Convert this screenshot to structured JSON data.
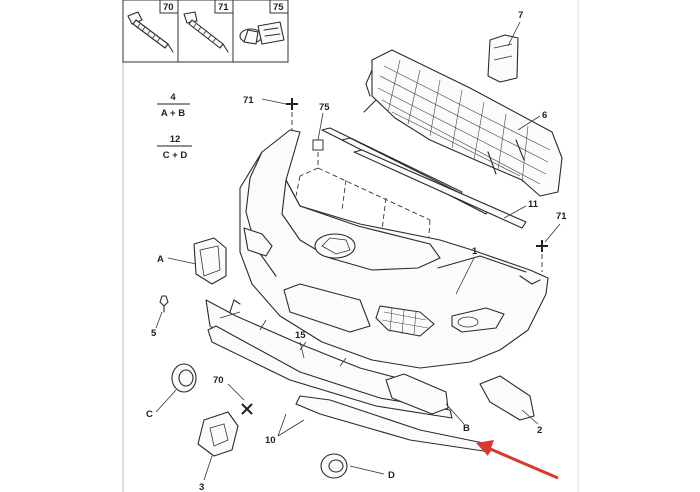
{
  "hardware_box": {
    "columns": [
      {
        "label": "70",
        "icon": "screw-icon"
      },
      {
        "label": "71",
        "icon": "screw-icon"
      },
      {
        "label": "75",
        "icon": "push-clip-icon"
      }
    ]
  },
  "kit_refs": [
    {
      "num": "4",
      "letters": "A + B"
    },
    {
      "num": "12",
      "letters": "C + D"
    }
  ],
  "callouts": {
    "c7": "7",
    "c6": "6",
    "c71_left": "71",
    "c75": "75",
    "c11": "11",
    "c71_right": "71",
    "c1": "1",
    "cA": "A",
    "c5": "5",
    "c15": "15",
    "c70": "70",
    "cC": "C",
    "c10": "10",
    "cB": "B",
    "c2": "2",
    "cD": "D",
    "c3": "3"
  },
  "colors": {
    "line": "#2b2b2b",
    "arrow": "#d9382c"
  }
}
